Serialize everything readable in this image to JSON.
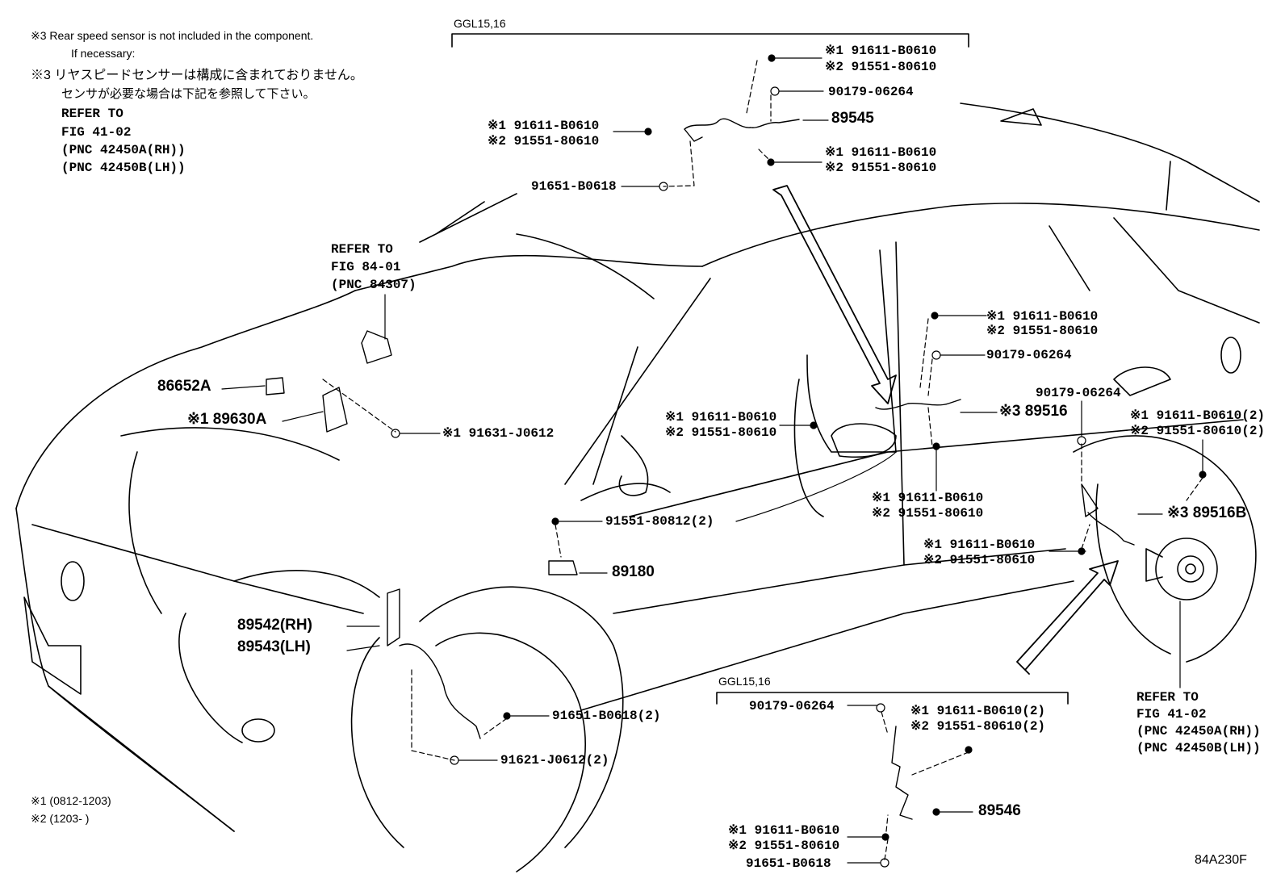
{
  "notes": {
    "n3_en_1": "※3 Rear speed sensor is not included in the component.",
    "n3_en_2": "If necessary:",
    "n3_jp_1": "※3 リヤスピードセンサーは構成に含まれておりません。",
    "n3_jp_2": "センサが必要な場合は下記を参照して下さい。",
    "ref_1": "REFER TO",
    "ref_2": "FIG 41-02",
    "ref_3": "(PNC 42450A(RH))",
    "ref_4": "(PNC 42450B(LH))",
    "foot_1": "※1 (0812-1203)",
    "foot_2": "※2 (1203-       )"
  },
  "top_group": {
    "title": "GGL15,16",
    "c1a": "※1 91611-B0610",
    "c1b": "※2 91551-80610",
    "c2": "90179-06264",
    "c3": "89545",
    "c4a": "※1 91611-B0610",
    "c4b": "※2 91551-80610",
    "c5a": "※1 91611-B0610",
    "c5b": "※2 91551-80610",
    "c6": "91651-B0618"
  },
  "front": {
    "ref84_1": "REFER TO",
    "ref84_2": "FIG 84-01",
    "ref84_3": "(PNC 84307)",
    "p86652": "86652A",
    "p89630": "※1  89630A",
    "p91631": "※1  91631-J0612",
    "p91551": "91551-80812(2)",
    "p89180": "89180",
    "p89542": "89542(RH)",
    "p89543": "89543(LH)",
    "p91651": "91651-B0618(2)",
    "p91621": "91621-J0612(2)"
  },
  "mid": {
    "m1a": "※1 91611-B0610",
    "m1b": "※2 91551-80610",
    "m2": "90179-06264",
    "m3a": "※1 91611-B0610",
    "m3b": "※2 91551-80610",
    "m4": "※3 89516",
    "m5a": "※1 91611-B0610",
    "m5b": "※2 91551-80610"
  },
  "rear": {
    "r1": "90179-06264",
    "r2a": "※1 91611-B0610(2)",
    "r2b": "※2 91551-80610(2)",
    "r3": "※3 89516B",
    "r4a": "※1 91611-B0610",
    "r4b": "※2 91551-80610",
    "ref_1": "REFER TO",
    "ref_2": "FIG 41-02",
    "ref_3": "(PNC 42450A(RH))",
    "ref_4": "(PNC 42450B(LH))"
  },
  "bottom_group": {
    "title": "GGL15,16",
    "b1": "90179-06264",
    "b2a": "※1 91611-B0610(2)",
    "b2b": "※2 91551-80610(2)",
    "b3": "89546",
    "b4a": "※1 91611-B0610",
    "b4b": "※2 91551-80610",
    "b5": "91651-B0618"
  },
  "figure_id": "84A230F"
}
